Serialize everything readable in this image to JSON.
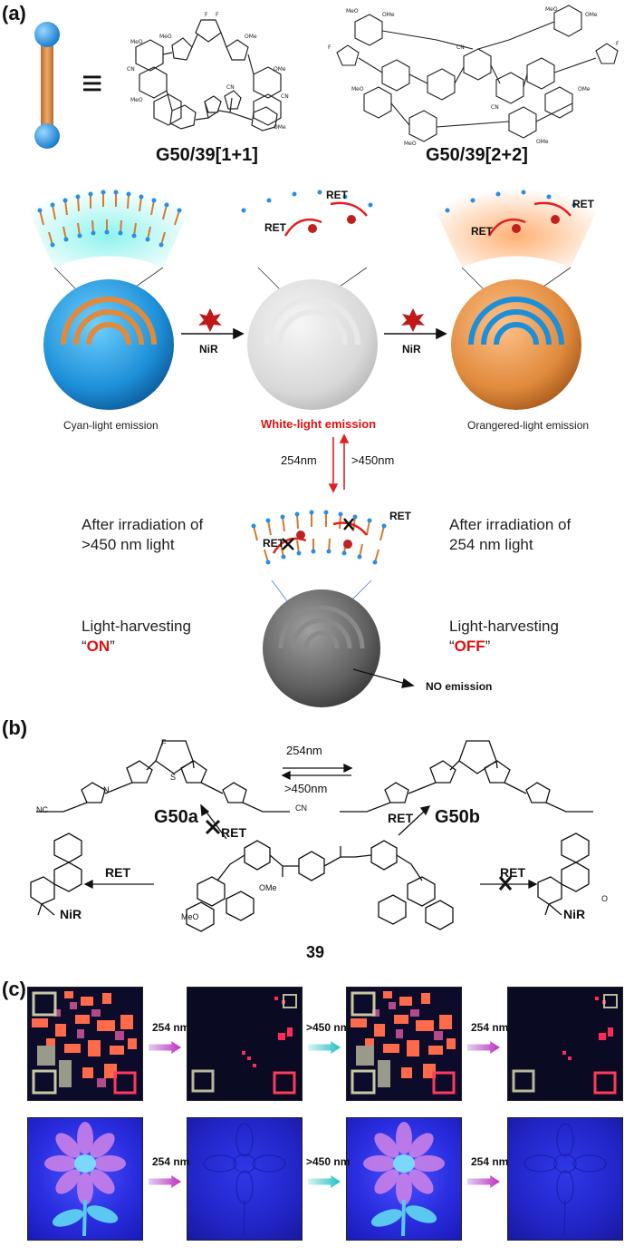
{
  "panels": {
    "a": "(a)",
    "b": "(b)",
    "c": "(c)"
  },
  "top": {
    "equals_sign": "≡",
    "structure_1_label": "G50/39[1+1]",
    "structure_2_label": "G50/39[2+2]"
  },
  "vesicles": {
    "reagent_label_1": "NiR",
    "reagent_label_2": "NiR",
    "ret_labels": [
      "RET",
      "RET",
      "RET",
      "RET",
      "RET",
      "RET"
    ],
    "emission_1": "Cyan-light emission",
    "emission_2": "White-light emission",
    "emission_3": "Orangered-light emission",
    "uv_label": "254nm",
    "vis_label": ">450nm",
    "left_note_1": "After irradiation of",
    "left_note_2": ">450 nm light",
    "right_note_1": "After irradiation of",
    "right_note_2": "254 nm light",
    "harvest_on_1": "Light-harvesting",
    "harvest_on_2": "ON",
    "harvest_off_1": "Light-harvesting",
    "harvest_off_2": "OFF",
    "no_emission": "NO emission"
  },
  "scheme": {
    "uv_label": "254nm",
    "vis_label": ">450nm",
    "g50a": "G50a",
    "g50b": "G50b",
    "compound": "39",
    "nir_left": "NiR",
    "nir_right": "NiR",
    "ret_blocked_top": "RET",
    "ret_top_right": "RET",
    "ret_left": "RET",
    "ret_blocked_right": "RET",
    "atom_s": "S",
    "atom_n": "N",
    "atom_o": "O",
    "atom_f": "F",
    "cn": "CN",
    "nc": "NC",
    "ome": "OMe",
    "meo": "MeO"
  },
  "photos": {
    "row1_arrow_labels": [
      "254 nm",
      ">450 nm",
      "254 nm"
    ],
    "row2_arrow_labels": [
      "254 nm",
      ">450 nm",
      "254 nm"
    ]
  },
  "colors": {
    "cyan": "#1e9be0",
    "orange": "#e08a3c",
    "red_text": "#e01010",
    "arrow_uv": "#c030c0",
    "arrow_vis": "#20c0c0"
  }
}
